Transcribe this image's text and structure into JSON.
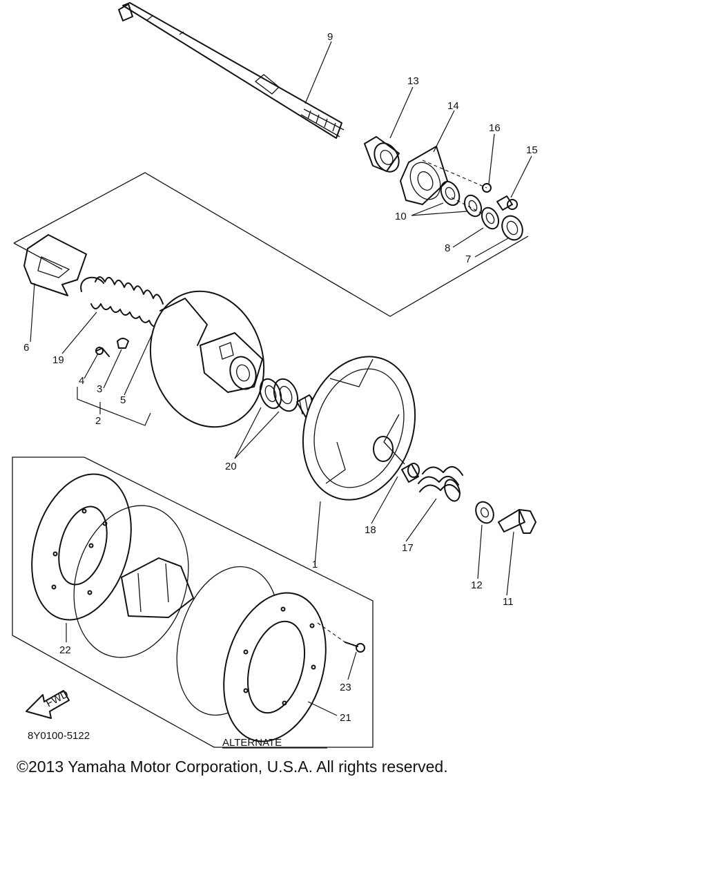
{
  "diagram": {
    "callouts": [
      "1",
      "2",
      "3",
      "4",
      "5",
      "6",
      "7",
      "8",
      "9",
      "10",
      "11",
      "12",
      "13",
      "14",
      "15",
      "16",
      "17",
      "18",
      "19",
      "20",
      "21",
      "22",
      "23"
    ],
    "alternate_label": "ALTERNATE",
    "fwd_label": "FWD",
    "drawing_code": "8Y0100-5122"
  },
  "footer": {
    "copyright": "©2013 Yamaha Motor Corporation, U.S.A. All rights reserved."
  }
}
